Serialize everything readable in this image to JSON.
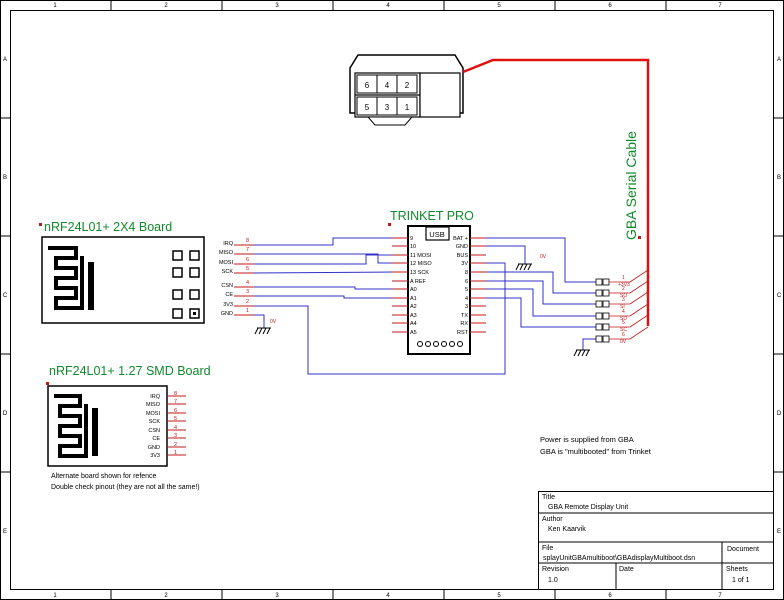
{
  "frame": {
    "col_labels": [
      "1",
      "2",
      "3",
      "4",
      "5",
      "6",
      "7"
    ],
    "row_labels": [
      "A",
      "B",
      "C",
      "D",
      "E"
    ]
  },
  "nrf_2x4": {
    "title": "nRF24L01+ 2X4 Board",
    "pins": [
      {
        "num": "8",
        "name": "IRQ"
      },
      {
        "num": "7",
        "name": "MISO"
      },
      {
        "num": "6",
        "name": "MOSI"
      },
      {
        "num": "5",
        "name": "SCK"
      },
      {
        "num": "4",
        "name": "CSN"
      },
      {
        "num": "3",
        "name": "CE"
      },
      {
        "num": "2",
        "name": "3V3"
      },
      {
        "num": "1",
        "name": "GND"
      }
    ],
    "gnd_label": "0V"
  },
  "nrf_smd": {
    "title": "nRF24L01+ 1.27 SMD Board",
    "pins": [
      {
        "num": "8",
        "name": "IRQ"
      },
      {
        "num": "7",
        "name": "MISO"
      },
      {
        "num": "6",
        "name": "MOSI"
      },
      {
        "num": "5",
        "name": "SCK"
      },
      {
        "num": "4",
        "name": "CSN"
      },
      {
        "num": "3",
        "name": "CE"
      },
      {
        "num": "2",
        "name": "GND"
      },
      {
        "num": "1",
        "name": "3V3"
      }
    ]
  },
  "trinket": {
    "title": "TRINKET PRO",
    "usb_label": "USB",
    "left_pins": [
      "9",
      "10",
      "11 MOSI",
      "12 MISO",
      "13 SCK",
      "A REF",
      "A0",
      "A1",
      "A2",
      "A3",
      "A4",
      "A5"
    ],
    "right_pins": [
      "BAT +",
      "GND",
      "BUS",
      "3V",
      "8",
      "6",
      "5",
      "4",
      "3",
      "TX",
      "RX",
      "RST"
    ],
    "gnd_label": "0V"
  },
  "gba_connector": {
    "pins_top": [
      "6",
      "4",
      "2"
    ],
    "pins_bottom": [
      "5",
      "3",
      "1"
    ]
  },
  "gba_cable": {
    "title": "GBA Serial Cable",
    "pins": [
      {
        "num": "1",
        "name": "+3V3"
      },
      {
        "num": "2",
        "name": "SO"
      },
      {
        "num": "3",
        "name": "SI"
      },
      {
        "num": "4",
        "name": "SD"
      },
      {
        "num": "5",
        "name": "SC"
      },
      {
        "num": "6",
        "name": "0V"
      }
    ]
  },
  "notes": {
    "power_note_1": "Power is supplied from GBA",
    "power_note_2": "GBA is \"multibooted\" from Trinket",
    "alt_note_1": "Alternate board shown for refence",
    "alt_note_2": "Double check pinout (they are not all the same!)"
  },
  "title_block": {
    "title_label": "Title",
    "title_value": "GBA Remote Display Unit",
    "author_label": "Author",
    "author_value": "Ken Kaarvik",
    "file_label": "File",
    "file_value": "splayUnitGBAmultiboot\\GBAdisplayMultiboot.dsn",
    "document_label": "Document",
    "revision_label": "Revision",
    "revision_value": "1.0",
    "date_label": "Date",
    "sheets_label": "Sheets",
    "sheets_value": "1 of 1"
  },
  "colors": {
    "wire": "#3030c8",
    "red_wire": "#e01010",
    "label_green": "#118a2b",
    "pin_red": "#c01818"
  }
}
